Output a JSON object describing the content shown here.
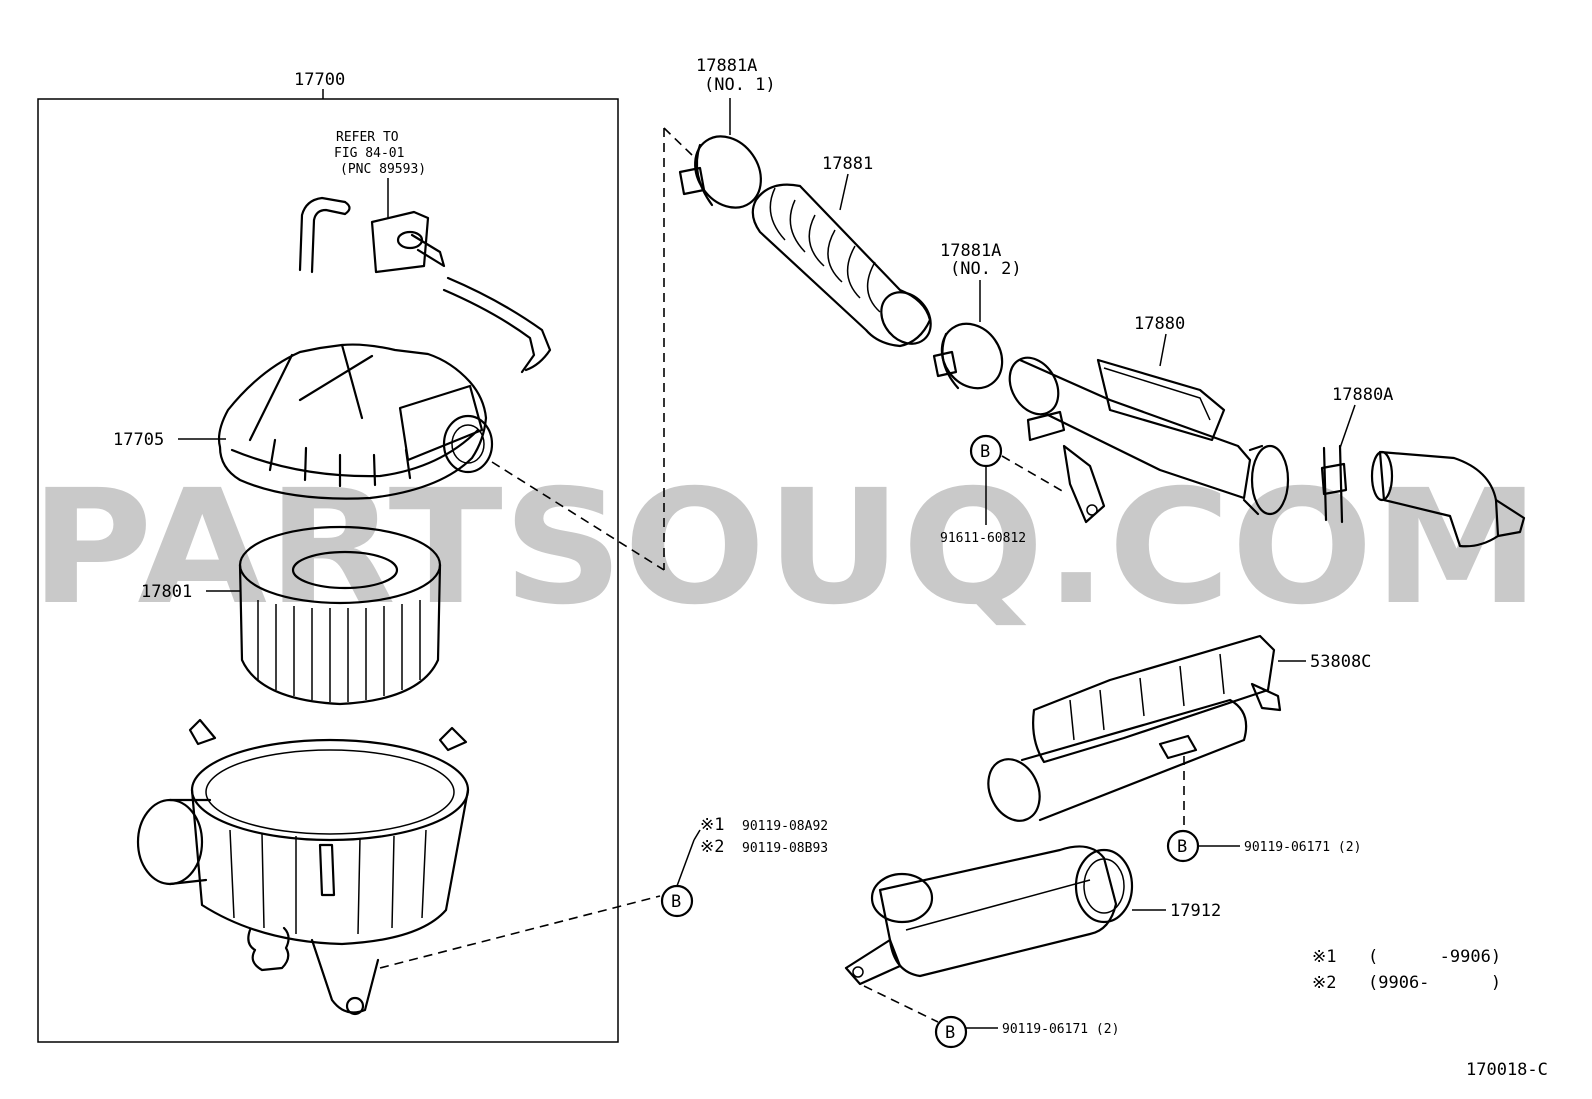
{
  "watermark": "PARTSOUQ.COM",
  "figure_code": "170018-C",
  "assembly": {
    "part": "17700"
  },
  "refer_note": [
    "REFER TO",
    "FIG 84-01",
    "(PNC 89593)"
  ],
  "parts": {
    "p17705": "17705",
    "p17801": "17801",
    "p17881A_1": "17881A",
    "p17881A_1_sub": "(NO. 1)",
    "p17881": "17881",
    "p17881A_2": "17881A",
    "p17881A_2_sub": "(NO. 2)",
    "p17880": "17880",
    "p17880A": "17880A",
    "p53808C": "53808C",
    "p17912": "17912"
  },
  "bolts": {
    "b91611": "91611-60812",
    "b1_mark": "※1",
    "b1_num": "90119-08A92",
    "b2_mark": "※2",
    "b2_num": "90119-08B93",
    "b06171_a": "90119-06171 (2)",
    "b06171_b": "90119-06171 (2)"
  },
  "ref_mark": "B",
  "legend": [
    {
      "mark": "※1",
      "range": "(      -9906)"
    },
    {
      "mark": "※2",
      "range": "(9906-      )"
    }
  ]
}
